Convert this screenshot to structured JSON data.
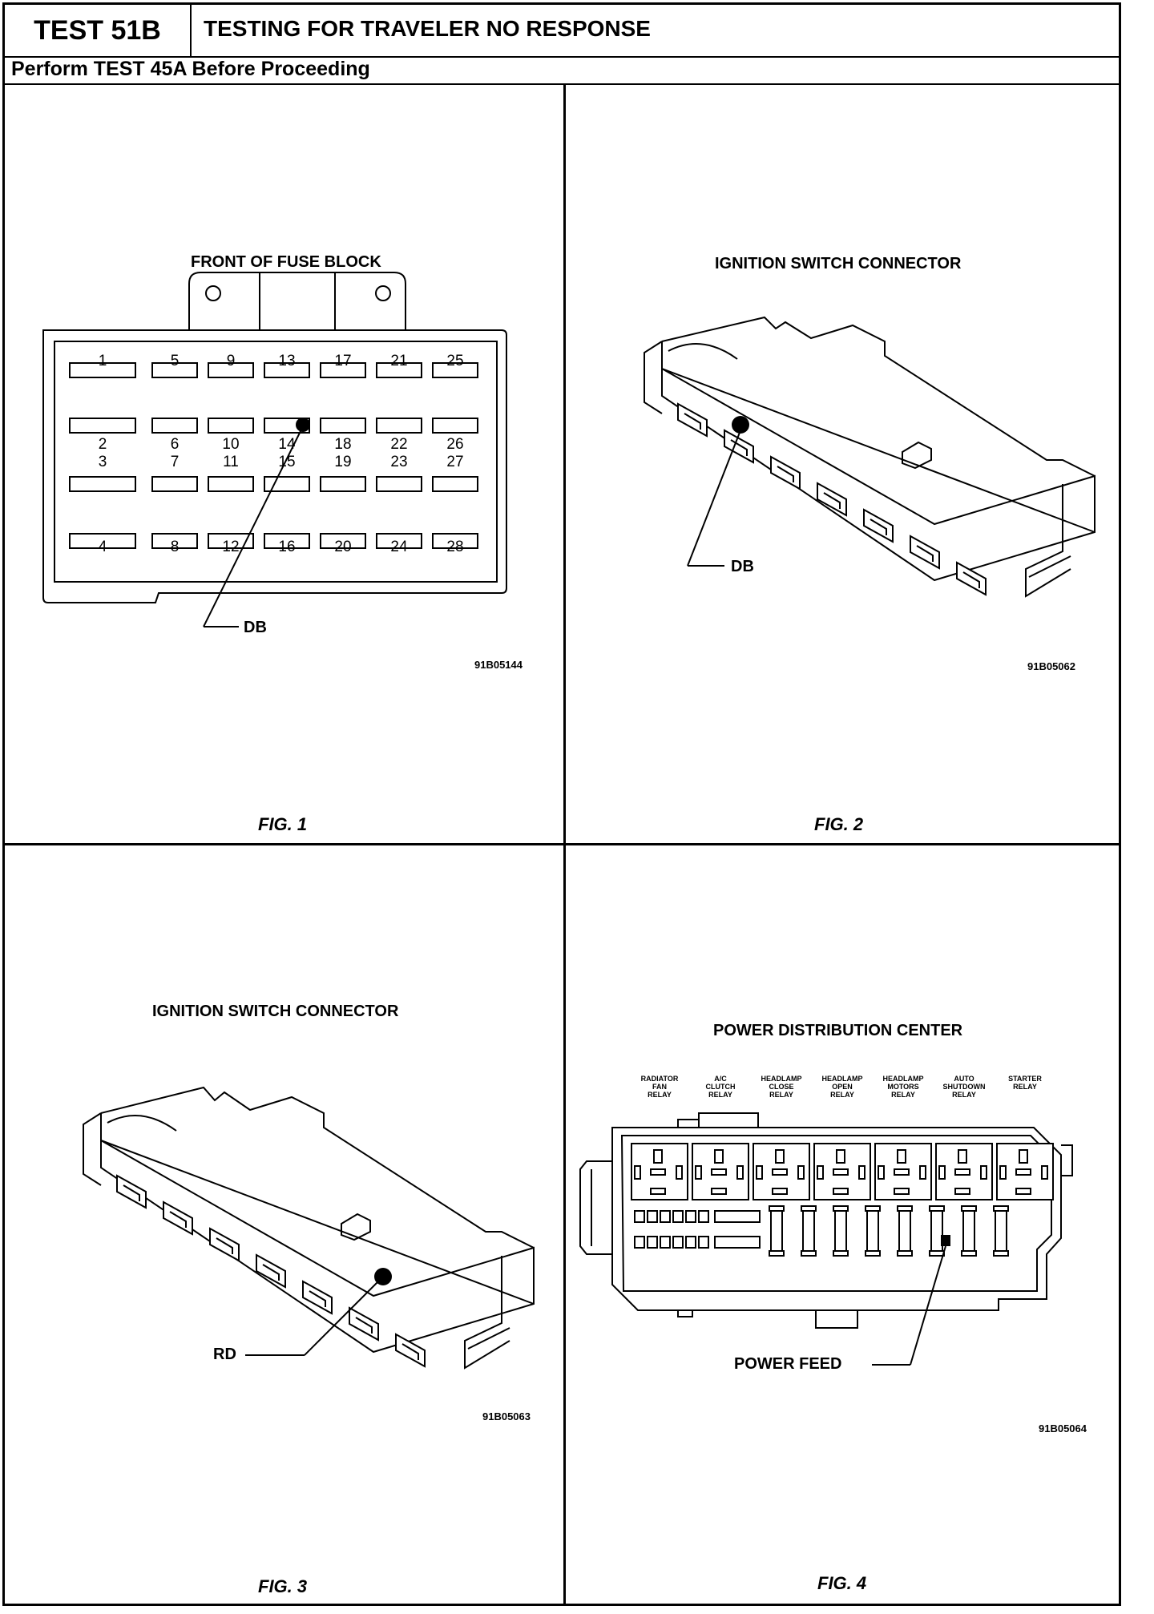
{
  "header": {
    "test_id": "TEST 51B",
    "title": "TESTING FOR TRAVELER NO RESPONSE",
    "prerequisite": "Perform TEST 45A Before Proceeding"
  },
  "fig1": {
    "title": "FRONT OF FUSE BLOCK",
    "fuse_numbers": [
      "1",
      "5",
      "9",
      "13",
      "17",
      "21",
      "25",
      "2",
      "6",
      "10",
      "14",
      "18",
      "22",
      "26",
      "3",
      "7",
      "11",
      "15",
      "19",
      "23",
      "27",
      "4",
      "8",
      "12",
      "16",
      "20",
      "24",
      "28"
    ],
    "callout": "DB",
    "code": "91B05144",
    "caption": "FIG. 1"
  },
  "fig2": {
    "title": "IGNITION SWITCH CONNECTOR",
    "callout": "DB",
    "code": "91B05062",
    "caption": "FIG. 2"
  },
  "fig3": {
    "title": "IGNITION SWITCH CONNECTOR",
    "callout": "RD",
    "code": "91B05063",
    "caption": "FIG. 3"
  },
  "fig4": {
    "title": "POWER DISTRIBUTION CENTER",
    "relays": [
      {
        "l1": "RADIATOR",
        "l2": "FAN",
        "l3": "RELAY"
      },
      {
        "l1": "A/C",
        "l2": "CLUTCH",
        "l3": "RELAY"
      },
      {
        "l1": "HEADLAMP",
        "l2": "CLOSE",
        "l3": "RELAY"
      },
      {
        "l1": "HEADLAMP",
        "l2": "OPEN",
        "l3": "RELAY"
      },
      {
        "l1": "HEADLAMP",
        "l2": "MOTORS",
        "l3": "RELAY"
      },
      {
        "l1": "AUTO",
        "l2": "SHUTDOWN",
        "l3": "RELAY"
      },
      {
        "l1": "STARTER",
        "l2": "RELAY",
        "l3": ""
      }
    ],
    "callout": "POWER FEED",
    "code": "91B05064",
    "caption": "FIG. 4"
  }
}
